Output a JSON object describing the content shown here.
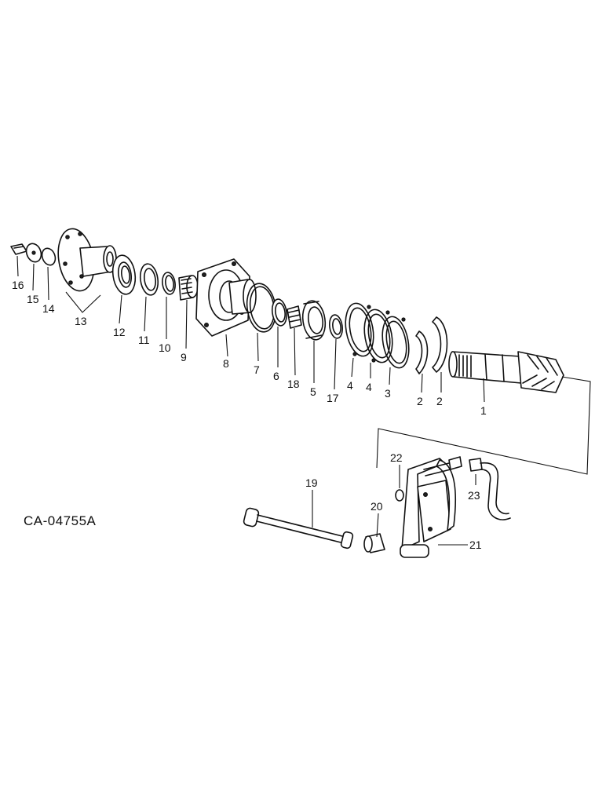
{
  "diagram": {
    "reference_code": "CA-04755A",
    "callouts": [
      "1",
      "2",
      "2",
      "3",
      "4",
      "4",
      "17",
      "5",
      "18",
      "6",
      "7",
      "8",
      "9",
      "10",
      "11",
      "12",
      "13",
      "14",
      "15",
      "16",
      "19",
      "20",
      "21",
      "22",
      "23"
    ]
  }
}
